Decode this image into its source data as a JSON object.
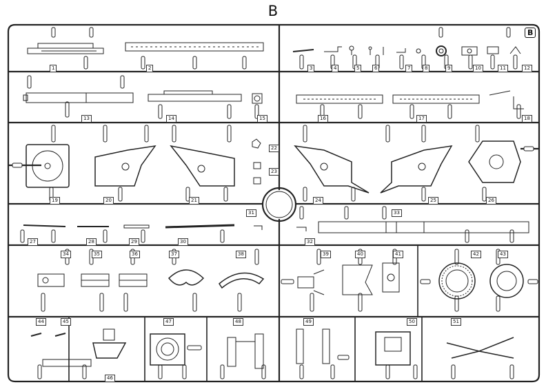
{
  "title": "B",
  "corner_badge": "B",
  "part_numbers": [
    "1",
    "2",
    "3",
    "4",
    "5",
    "6",
    "7",
    "8",
    "9",
    "10",
    "11",
    "12",
    "13",
    "14",
    "15",
    "16",
    "17",
    "18",
    "19",
    "20",
    "21",
    "22",
    "23",
    "24",
    "25",
    "26",
    "27",
    "28",
    "29",
    "30",
    "31",
    "32",
    "33",
    "34",
    "35",
    "36",
    "37",
    "38",
    "39",
    "40",
    "41",
    "42",
    "43",
    "44",
    "45",
    "46",
    "47",
    "48",
    "49",
    "50",
    "51"
  ]
}
